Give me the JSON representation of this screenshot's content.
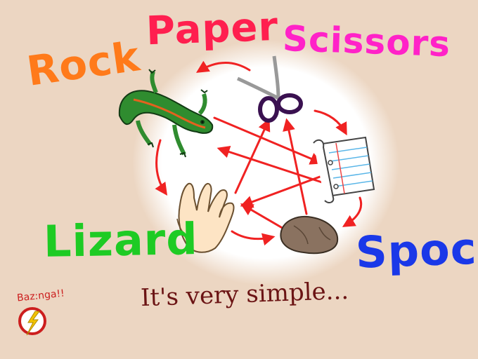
{
  "labels": {
    "rock": "Rock",
    "paper": "Paper",
    "scissors": "Scissors",
    "lizard": "Lizard",
    "spock": "Spock"
  },
  "caption": "It's very simple...",
  "badge": {
    "text": "Baz:nga!!"
  },
  "colors": {
    "background": "#ecd6c2",
    "rock_label": "#ff7a1a",
    "paper_label": "#ff1f4f",
    "scissors_label": "#ff22c8",
    "lizard_label": "#1ecb24",
    "spock_label": "#1a38e8",
    "arrows": "#f02222",
    "caption": "#6b1414"
  },
  "icons": [
    "lizard-icon",
    "scissors-icon",
    "paper-sheet-icon",
    "rock-icon",
    "spock-hand-icon",
    "flash-logo-icon"
  ]
}
